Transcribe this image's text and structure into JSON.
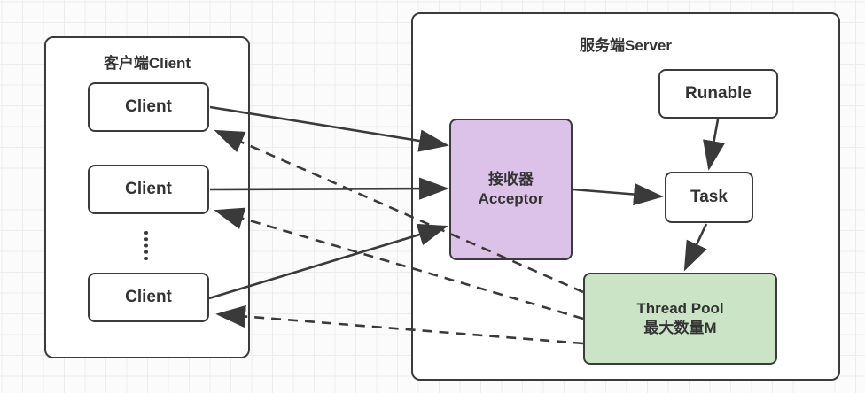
{
  "diagram": {
    "client_group": {
      "label": "客户端Client",
      "clients": [
        "Client",
        "Client",
        "Client"
      ]
    },
    "server_group": {
      "label": "服务端Server",
      "acceptor": {
        "label_zh": "接收器",
        "label_en": "Acceptor",
        "fill": "#dcc1e8"
      },
      "runable": {
        "label": "Runable"
      },
      "task": {
        "label": "Task"
      },
      "thread_pool": {
        "label_en": "Thread Pool",
        "label_zh": "最大数量M",
        "fill": "#cbe4c6"
      }
    },
    "edges": [
      {
        "from": "client-1",
        "to": "acceptor",
        "style": "solid"
      },
      {
        "from": "client-2",
        "to": "acceptor",
        "style": "solid"
      },
      {
        "from": "client-3",
        "to": "acceptor",
        "style": "solid"
      },
      {
        "from": "acceptor",
        "to": "task",
        "style": "solid"
      },
      {
        "from": "runable",
        "to": "task",
        "style": "solid"
      },
      {
        "from": "task",
        "to": "thread-pool",
        "style": "solid"
      },
      {
        "from": "thread-pool",
        "to": "client-1",
        "style": "dashed"
      },
      {
        "from": "thread-pool",
        "to": "client-2",
        "style": "dashed"
      },
      {
        "from": "thread-pool",
        "to": "client-3",
        "style": "dashed"
      }
    ],
    "colors": {
      "line": "#3a3a3a",
      "node_border": "#3b3b3b",
      "text": "#333333",
      "canvas": "#fbfbfb",
      "grid": "#ececec"
    }
  }
}
